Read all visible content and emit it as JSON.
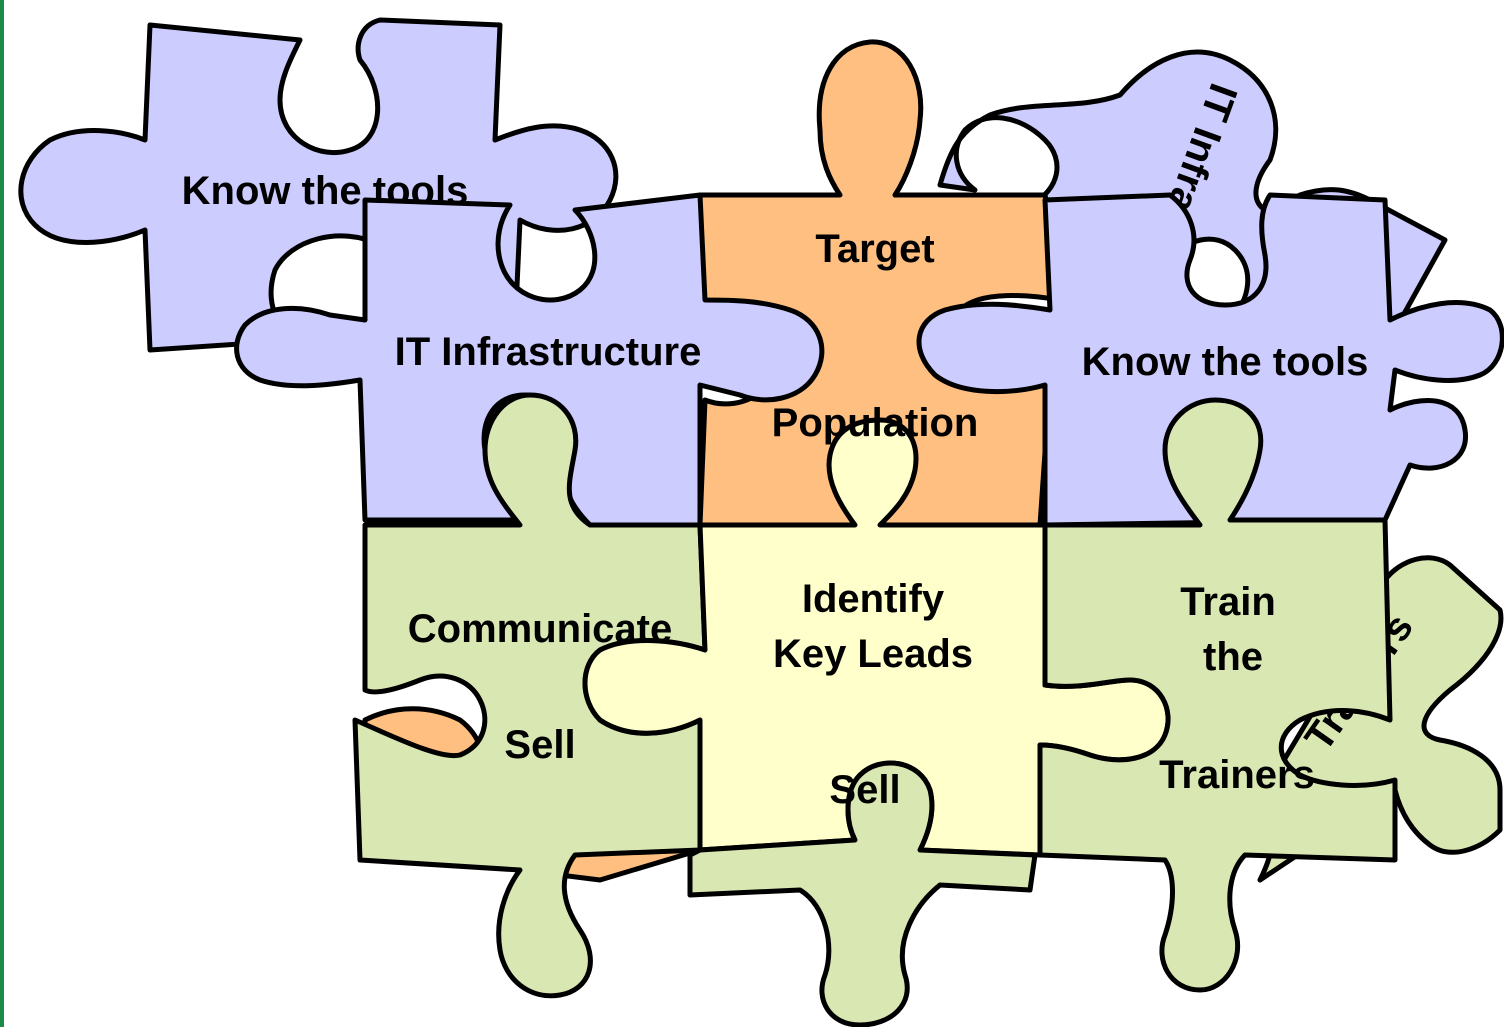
{
  "colors": {
    "frame_left": "#1e8a4a",
    "lavender": "#ccccff",
    "orange": "#ffbf80",
    "green": "#d9e8b3",
    "yellow": "#ffffcc",
    "outline": "#000000"
  },
  "pieces": {
    "know_tools_top_left": {
      "label": "Know the tools",
      "color": "lavender"
    },
    "it_infrastructure": {
      "label": "IT Infrastructure",
      "color": "lavender"
    },
    "target_population": {
      "label_line1": "Target",
      "label_line2": "Population",
      "color": "orange"
    },
    "know_tools_right": {
      "label": "Know the tools",
      "color": "lavender"
    },
    "rotated_back_piece": {
      "label": "IT Infrastructure",
      "color": "lavender"
    },
    "communicate_sell": {
      "label_line1": "Communicate",
      "label_line2": "Sell",
      "color": "green"
    },
    "identify_key_leads": {
      "label_line1": "Identify",
      "label_line2": "Key Leads",
      "color": "yellow"
    },
    "sell_bottom": {
      "label": "Sell",
      "color": "green"
    },
    "train_trainers": {
      "label_line1": "Train",
      "label_line2": "the",
      "label_line3": "Trainers",
      "color": "green"
    },
    "trainers_rotated": {
      "label": "Trainers",
      "color": "green"
    }
  }
}
